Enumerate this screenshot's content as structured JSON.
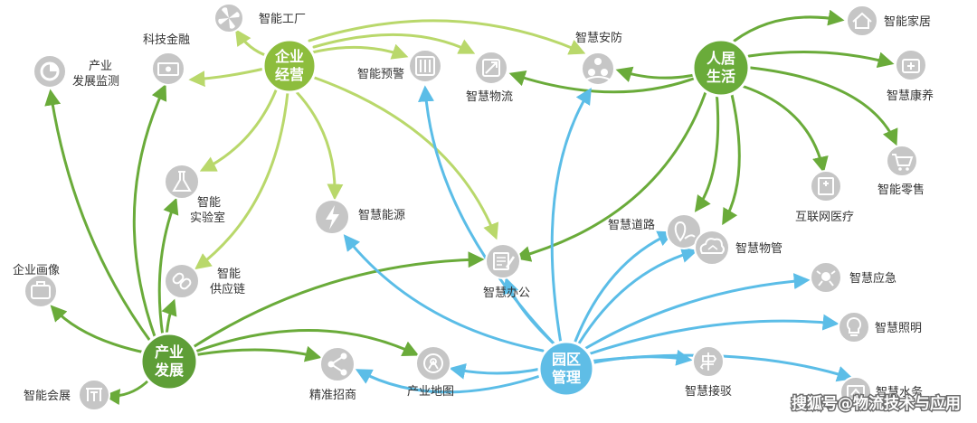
{
  "hubs": {
    "enterprise": {
      "line1": "企业",
      "line2": "经营",
      "color": "#8dbd3d"
    },
    "living": {
      "line1": "人居",
      "line2": "生活",
      "color": "#6aab3a"
    },
    "industry": {
      "line1": "产业",
      "line2": "发展",
      "color": "#5e9e37"
    },
    "park": {
      "line1": "园区",
      "line2": "管理",
      "color": "#5fbde6"
    }
  },
  "nodes": {
    "smart_factory": {
      "label": "智能工厂",
      "icon": "fan-icon"
    },
    "fintech": {
      "label": "科技金融",
      "icon": "cash-icon"
    },
    "industry_monitor": {
      "line1": "产业",
      "line2": "发展监测",
      "icon": "pie-chart-icon"
    },
    "smart_warning": {
      "label": "智能预警",
      "icon": "server-rack-icon"
    },
    "smart_logistics": {
      "label": "智慧物流",
      "icon": "parcel-icon"
    },
    "smart_security": {
      "label": "智慧安防",
      "icon": "people-network-icon"
    },
    "smart_home": {
      "label": "智能家居",
      "icon": "house-icon"
    },
    "smart_health": {
      "label": "智慧康养",
      "icon": "medical-kit-icon"
    },
    "smart_retail": {
      "label": "智能零售",
      "icon": "shopping-cart-icon"
    },
    "internet_medical": {
      "label": "互联网医疗",
      "icon": "hospital-icon"
    },
    "smart_lab": {
      "line1": "智能",
      "line2": "实验室",
      "icon": "flask-icon"
    },
    "smart_energy": {
      "label": "智慧能源",
      "icon": "lightning-icon"
    },
    "smart_supply": {
      "line1": "智能",
      "line2": "供应链",
      "icon": "chain-link-icon"
    },
    "smart_road": {
      "label": "智慧道路",
      "icon": "location-pin-icon"
    },
    "smart_property": {
      "label": "智慧物管",
      "icon": "cloud-house-icon"
    },
    "smart_office": {
      "label": "智慧办公",
      "icon": "document-pen-icon"
    },
    "smart_emergency": {
      "label": "智慧应急",
      "icon": "emergency-icon"
    },
    "smart_lighting": {
      "label": "智慧照明",
      "icon": "light-bulb-icon"
    },
    "enterprise_profile": {
      "label": "企业画像",
      "icon": "briefcase-icon"
    },
    "smart_water": {
      "label": "智慧水务",
      "icon": "water-icon"
    },
    "smart_expo": {
      "label": "智能会展",
      "icon": "exhibition-icon"
    },
    "precise_invest": {
      "label": "精准招商",
      "icon": "share-icon"
    },
    "industry_map": {
      "label": "产业地图",
      "icon": "map-pin-icon"
    },
    "smart_pickup": {
      "label": "智慧接驳",
      "icon": "signpost-icon"
    }
  },
  "watermark": "搜狐号@物流技术与应用",
  "colors": {
    "node_grey": "#c6c6c6",
    "light_green": "#b9d86b",
    "green": "#78b544",
    "blue": "#5bbde7"
  }
}
